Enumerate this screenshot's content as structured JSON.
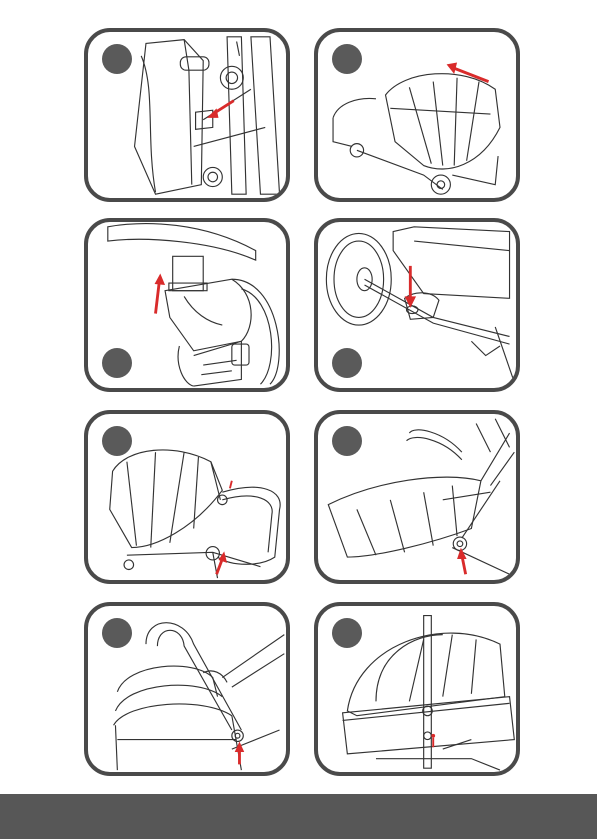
{
  "page": {
    "accent_color": "#d92b2b",
    "frame_color": "#4a4a4a",
    "badge_color": "#5a5a5a",
    "footer_color": "#575757"
  },
  "panels": [
    {
      "id": "p1",
      "step": "",
      "badge_position": "top",
      "depicts": "seat-side-release-button"
    },
    {
      "id": "p2",
      "step": "",
      "badge_position": "top",
      "depicts": "seat-with-canopy-removal"
    },
    {
      "id": "p3",
      "step": "",
      "badge_position": "bottom",
      "depicts": "wheel-attach-push-up"
    },
    {
      "id": "p4",
      "step": "",
      "badge_position": "bottom",
      "depicts": "rear-wheel-axle-insert"
    },
    {
      "id": "p5",
      "step": "",
      "badge_position": "top",
      "depicts": "canopy-bumper-bar-attach"
    },
    {
      "id": "p6",
      "step": "",
      "badge_position": "top",
      "depicts": "seat-recline-button"
    },
    {
      "id": "p7",
      "step": "",
      "badge_position": "top",
      "depicts": "carrycot-handle-lock"
    },
    {
      "id": "p8",
      "step": "",
      "badge_position": "top",
      "depicts": "carrycot-mounting"
    }
  ]
}
